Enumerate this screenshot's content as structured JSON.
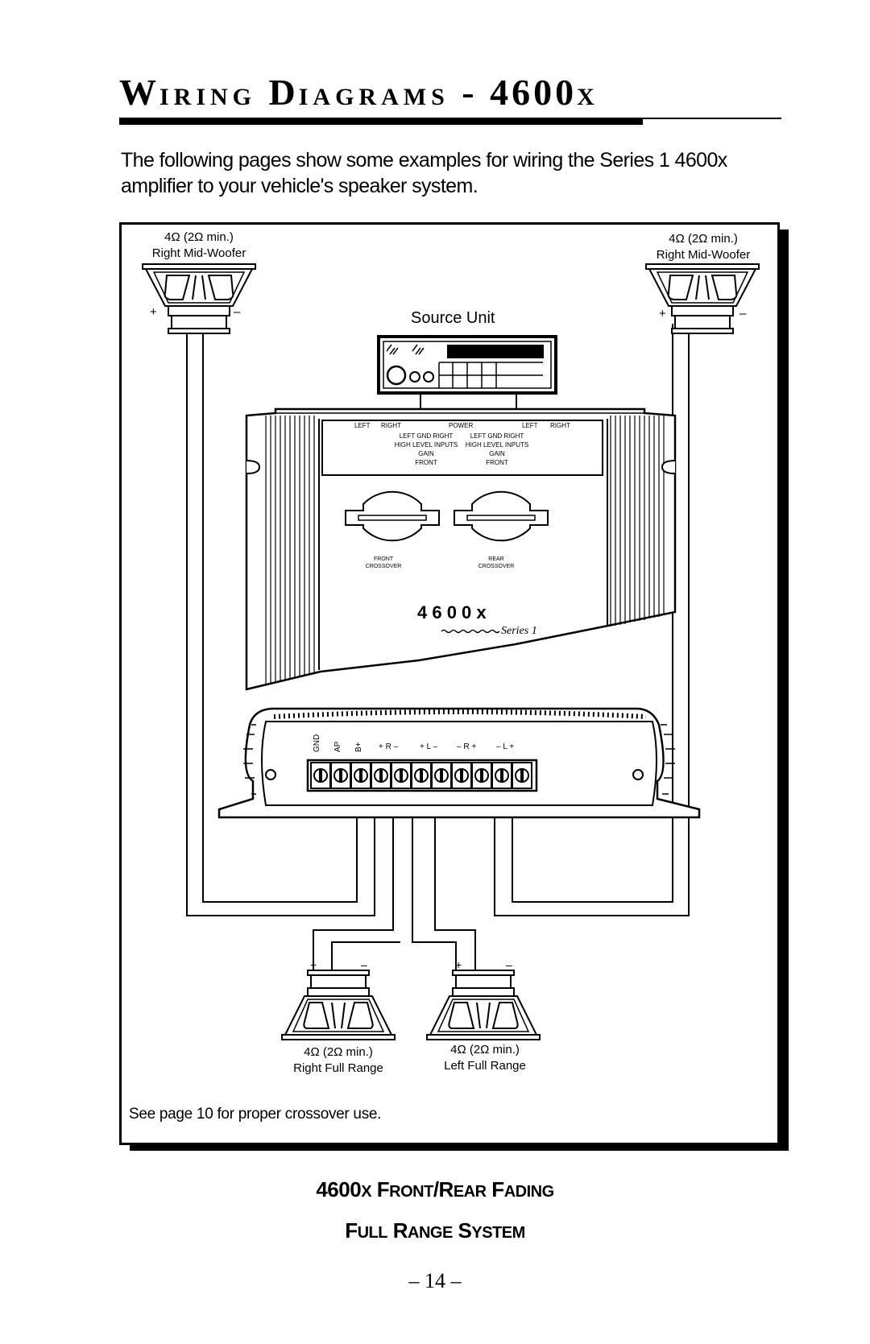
{
  "header": {
    "title_w": "W",
    "title_iring": "IRING",
    "title_d": "D",
    "title_iagrams": "IAGRAMS",
    "title_dash_model": "- 4600",
    "title_x": "X"
  },
  "intro": "The following pages show some examples for wiring the Series 1 4600x amplifier to your vehicle's speaker system.",
  "diagram": {
    "speaker_tl_rating": "4Ω (2Ω min.)",
    "speaker_tl_name": "Right Mid-Woofer",
    "speaker_tr_rating": "4Ω (2Ω min.)",
    "speaker_tr_name": "Right Mid-Woofer",
    "source_unit": "Source Unit",
    "panel_row1": [
      "LEFT",
      "RIGHT",
      "POWER",
      "LEFT",
      "RIGHT"
    ],
    "panel_row2_left": "LEFT  GND  RIGHT",
    "panel_row2_right": "LEFT  GND  RIGHT",
    "panel_row3_left": "HIGH LEVEL INPUTS",
    "panel_row3_right": "HIGH LEVEL INPUTS",
    "panel_gain": "GAIN",
    "panel_front": "FRONT",
    "front_crossover": [
      "FRONT",
      "CROSSOVER"
    ],
    "rear_crossover": [
      "REAR",
      "CROSSOVER"
    ],
    "model": "4 6 0 0 x",
    "series": "Series 1",
    "terminals": [
      "GND",
      "AP",
      "B+",
      "+ R –",
      "+ L –",
      "– R +",
      "– L +"
    ],
    "plus": "+",
    "minus": "–",
    "speaker_bl_rating": "4Ω (2Ω min.)",
    "speaker_bl_name": "Right Full Range",
    "speaker_br_rating": "4Ω (2Ω min.)",
    "speaker_br_name": "Left Full Range",
    "note": "See page 10 for proper crossover use."
  },
  "caption": {
    "line1_model": "4600",
    "line1_x": "X",
    "line1_f": "F",
    "line1_ront": "RONT",
    "line1_slash_r": "/R",
    "line1_ear": "EAR",
    "line1_f2": "F",
    "line1_ading": "ADING",
    "line2_f": "F",
    "line2_ull": "ULL",
    "line2_r": "R",
    "line2_ange": "ANGE",
    "line2_s": "S",
    "line2_ystem": "YSTEM"
  },
  "page_number": "– 14 –"
}
